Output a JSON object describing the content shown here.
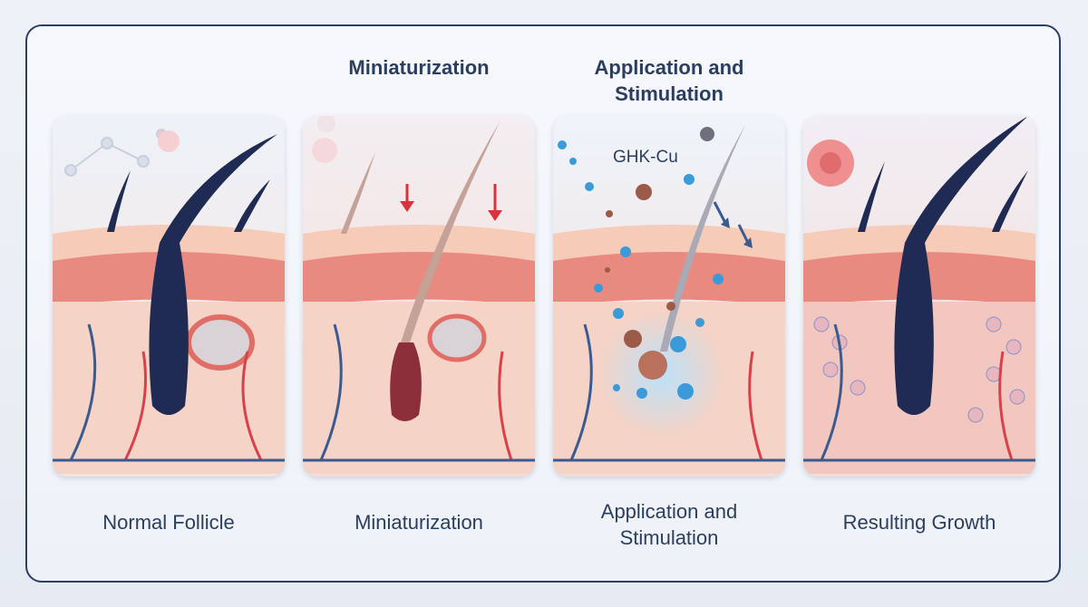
{
  "titles": {
    "panel2": "Miniaturization",
    "panel3": "Application and Stimulation"
  },
  "labels": {
    "panel1": "Normal Follicle",
    "panel2": "Miniaturization",
    "panel3": "Application and Stimulation",
    "panel4": "Resulting Growth"
  },
  "annotation": {
    "molecule": "GHK-Cu"
  },
  "colors": {
    "hair_dark": "#1f2b52",
    "skin": "#f6cbb7",
    "tissue": "#e98a80",
    "vessel_red": "#d9404a",
    "vessel_blue": "#3a5a90",
    "arrow_red": "#d8323c",
    "particle_blue": "#3b9ad8",
    "particle_copper": "#9c5a48"
  },
  "icons": [
    "molecule-icon",
    "arrow-down-icon",
    "cell-icon",
    "particle-icon"
  ]
}
